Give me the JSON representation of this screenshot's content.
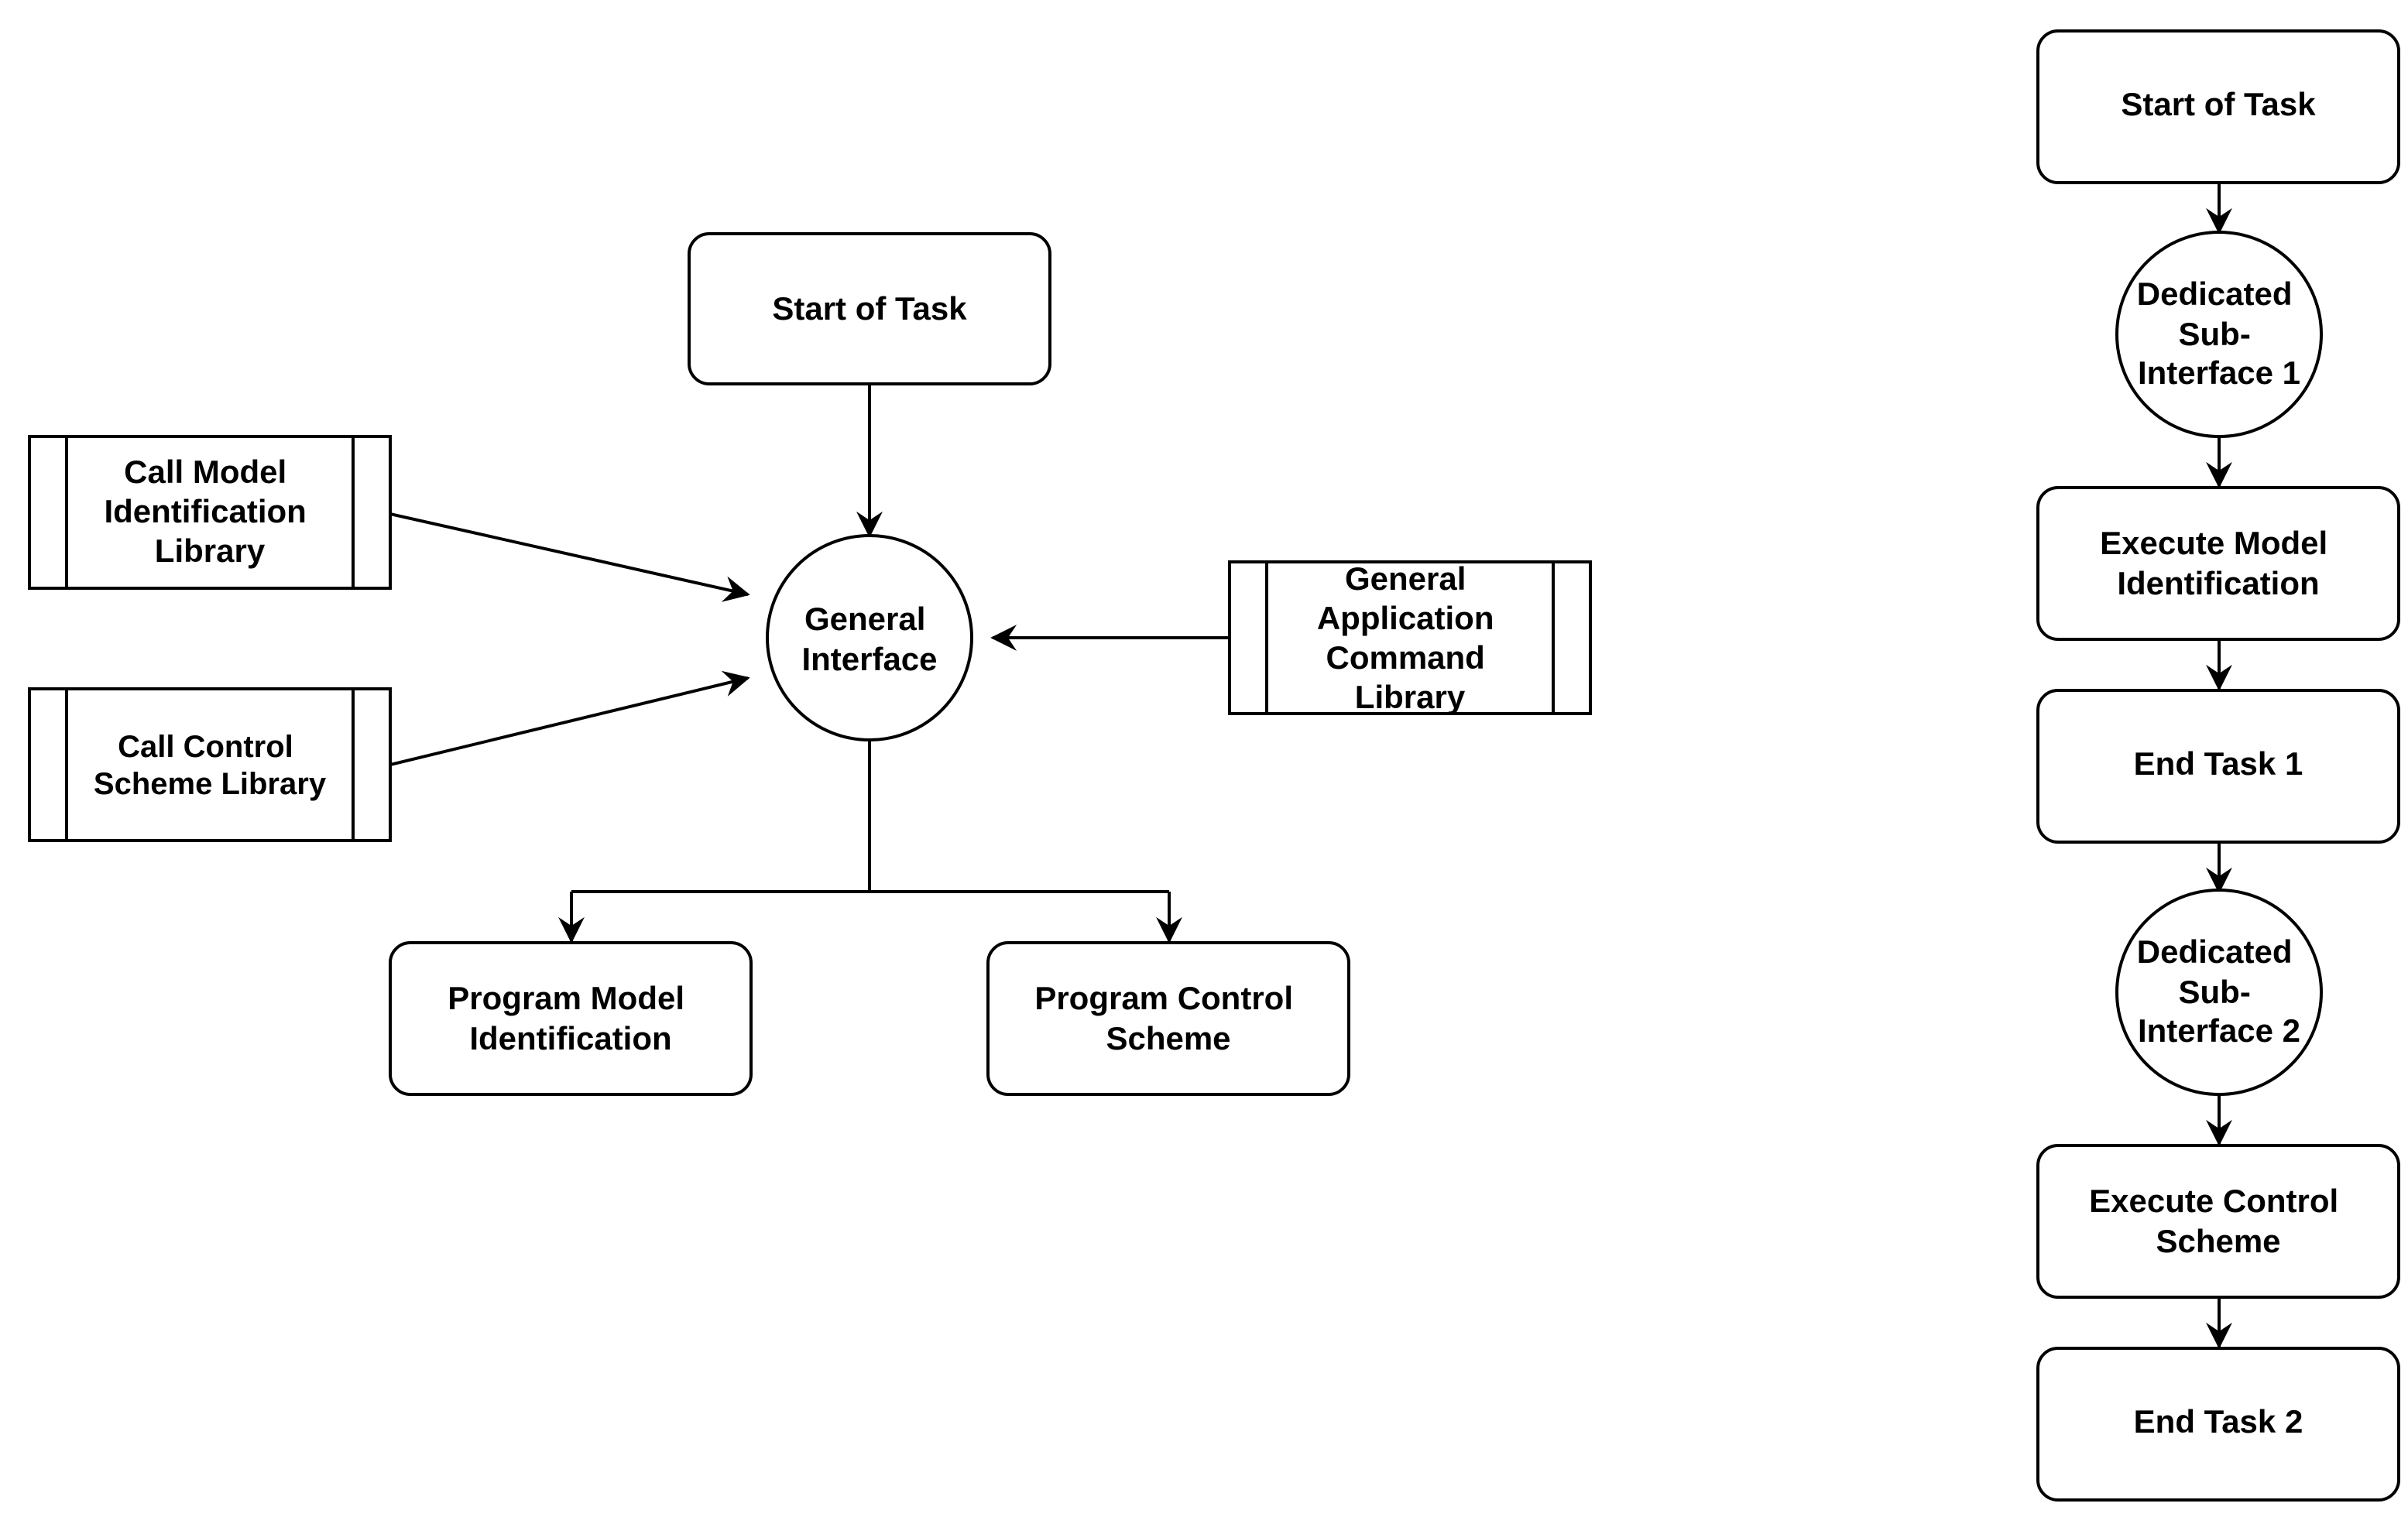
{
  "left": {
    "start": "Start of Task",
    "lib_model": [
      "Call Model",
      "Identification",
      "Library"
    ],
    "lib_control": [
      "Call Control",
      "Scheme Library"
    ],
    "general_interface": [
      "General",
      "Interface"
    ],
    "lib_app": [
      "General",
      "Application",
      "Command",
      "Library"
    ],
    "prog_model": [
      "Program Model",
      "Identification"
    ],
    "prog_control": [
      "Program Control",
      "Scheme"
    ]
  },
  "right": {
    "start": "Start of Task",
    "sub1": [
      "Dedicated",
      "Sub-",
      "Interface 1"
    ],
    "exec_model": [
      "Execute Model",
      "Identification"
    ],
    "end1": "End Task 1",
    "sub2": [
      "Dedicated",
      "Sub-",
      "Interface 2"
    ],
    "exec_control": [
      "Execute Control",
      "Scheme"
    ],
    "end2": "End Task 2"
  }
}
